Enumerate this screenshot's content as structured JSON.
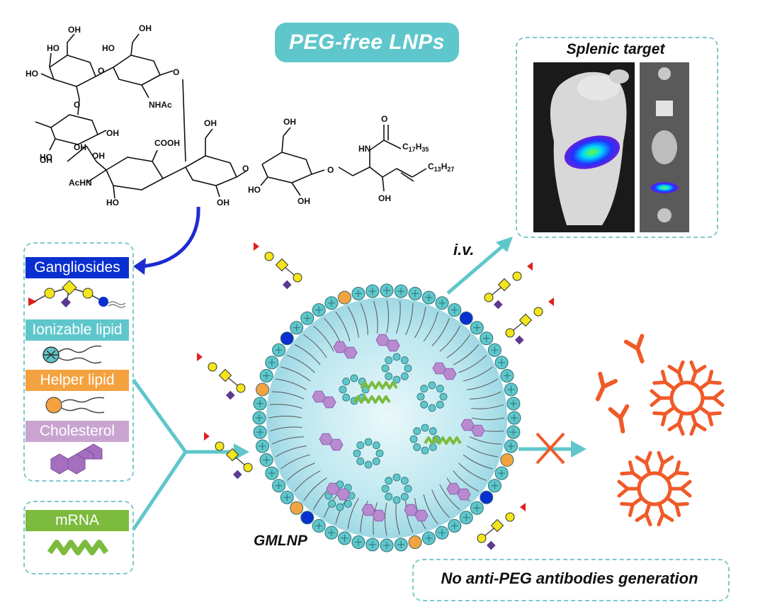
{
  "title": "PEG-free LNPs",
  "splenic": {
    "title": "Splenic target"
  },
  "components": {
    "gangliosides": "Gangliosides",
    "ionizable": "Ionizable lipid",
    "helper": "Helper lipid",
    "cholesterol": "Cholesterol",
    "mrna": "mRNA"
  },
  "route": "i.v.",
  "particle": "GMLNP",
  "outcome": "No anti-PEG antibodies generation",
  "chemistry": {
    "oh": "OH",
    "ho": "HO",
    "nhac": "NHAc",
    "achn": "AcHN",
    "cooh": "COOH",
    "o": "O",
    "hn": "HN",
    "c17h35": "C17H35",
    "c13h27": "C13H27"
  },
  "colors": {
    "teal": "#5fc7cb",
    "ganglioside_blue": "#0a2fd0",
    "helper_orange": "#f4a240",
    "cholesterol_purple": "#c9a4d1",
    "mrna_green": "#7cbb3e",
    "antibody_orange": "#f05a28",
    "arrow_blue": "#1d2bd1"
  }
}
